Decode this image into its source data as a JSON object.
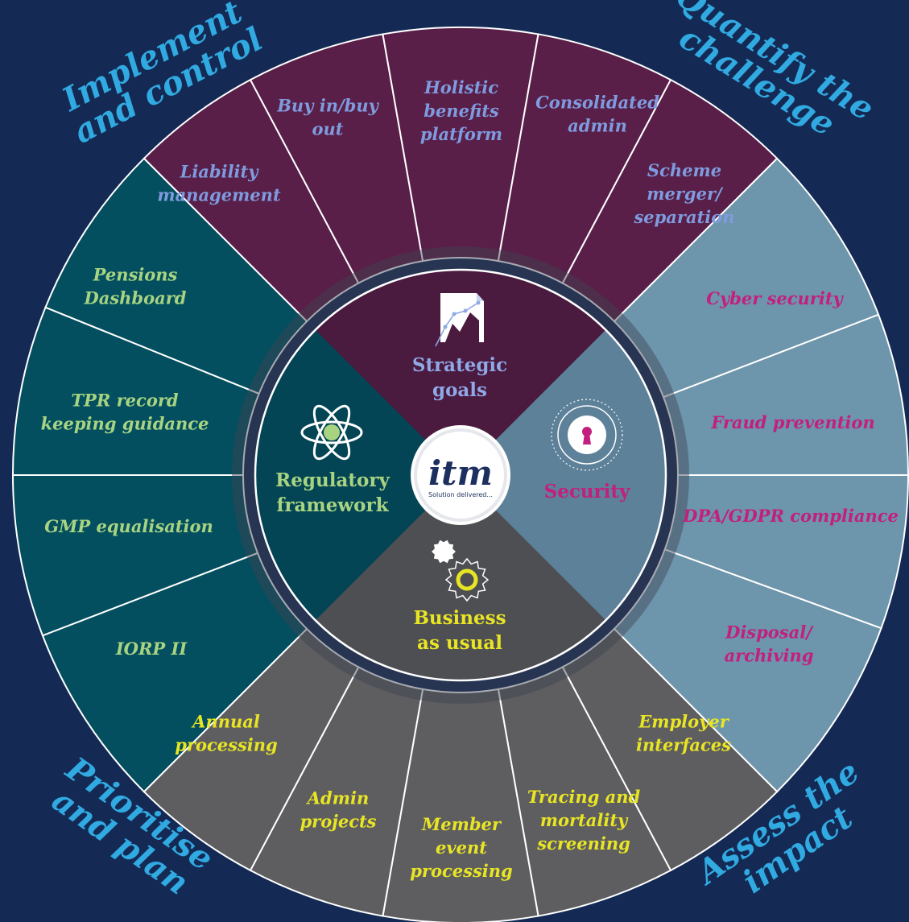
{
  "colors": {
    "background": "#142a55",
    "strategic_outer": "#591f48",
    "strategic_inner": "#4b1a3f",
    "security_outer": "#6d95ab",
    "security_inner": "#5d8199",
    "bau_outer": "#5e5e60",
    "bau_inner": "#4e4f53",
    "regulatory_outer": "#034f5f",
    "regulatory_inner": "#034555",
    "strategic_text": "#7f9bdf",
    "security_text": "#c21f7f",
    "bau_text": "#e8e524",
    "regulatory_text": "#a8d482",
    "phase_text": "#31a9e1",
    "divider": "#ffffff"
  },
  "phases": {
    "top_left": [
      "Implement",
      "and control"
    ],
    "top_right": [
      "Quantify the",
      "challenge"
    ],
    "bottom_left": [
      "Prioritise",
      "and plan"
    ],
    "bottom_right": [
      "Assess the",
      "impact"
    ]
  },
  "quadrants": {
    "strategic": {
      "title": [
        "Strategic",
        "goals"
      ],
      "icon": "document-chart-icon",
      "segments": [
        [
          "Liability",
          "management"
        ],
        [
          "Buy in/buy",
          "out"
        ],
        [
          "Holistic",
          "benefits",
          "platform"
        ],
        [
          "Consolidated",
          "admin"
        ],
        [
          "Scheme",
          "merger/",
          "separation"
        ]
      ]
    },
    "security": {
      "title": [
        "Security"
      ],
      "icon": "keyhole-icon",
      "segments": [
        [
          "Cyber security"
        ],
        [
          "Fraud prevention"
        ],
        [
          "DPA/GDPR compliance"
        ],
        [
          "Disposal/",
          "archiving"
        ]
      ]
    },
    "bau": {
      "title": [
        "Business",
        "as usual"
      ],
      "icon": "gears-icon",
      "segments": [
        [
          "Employer",
          "interfaces"
        ],
        [
          "Tracing and",
          "mortality",
          "screening"
        ],
        [
          "Member",
          "event",
          "processing"
        ],
        [
          "Admin",
          "projects"
        ],
        [
          "Annual",
          "processing"
        ]
      ]
    },
    "regulatory": {
      "title": [
        "Regulatory",
        "framework"
      ],
      "icon": "atom-icon",
      "segments": [
        [
          "IORP II"
        ],
        [
          "GMP equalisation"
        ],
        [
          "TPR record",
          "keeping guidance"
        ],
        [
          "Pensions",
          "Dashboard"
        ]
      ]
    }
  },
  "logo": {
    "text": "itm",
    "tagline": "Solution delivered..."
  }
}
